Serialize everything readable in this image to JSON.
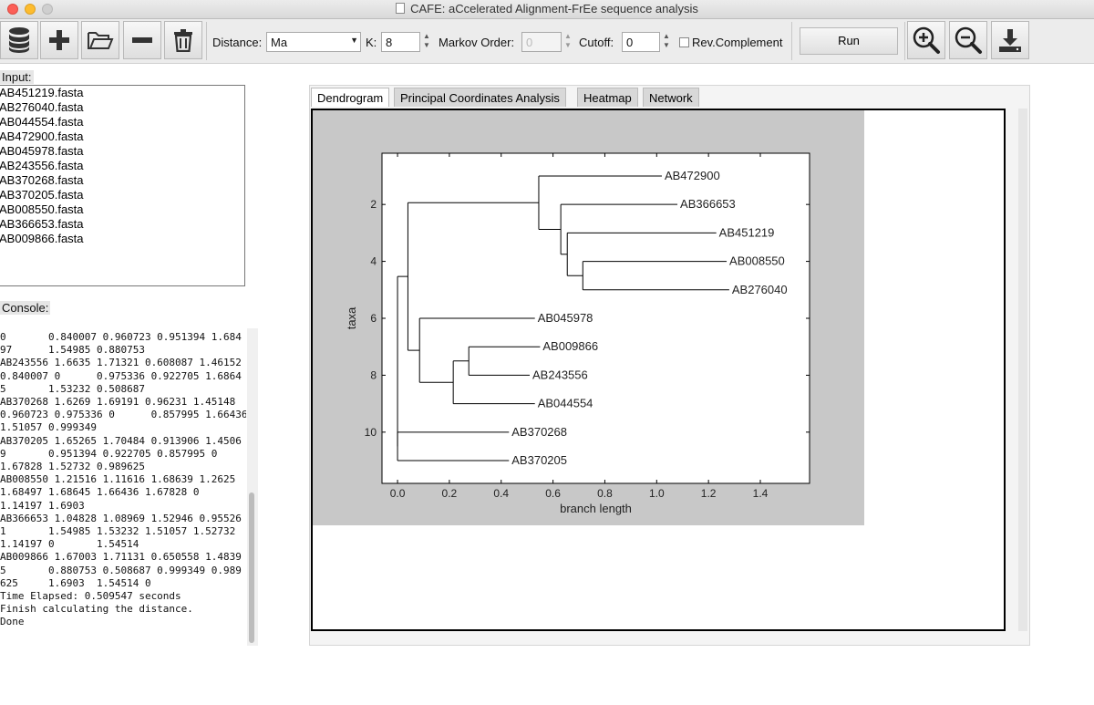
{
  "window": {
    "title": "CAFE: aCcelerated Alignment-FrEe sequence analysis"
  },
  "toolbar": {
    "distance_label": "Distance:",
    "distance_value": "Ma",
    "k_label": "K:",
    "k_value": "8",
    "markov_label": "Markov Order:",
    "markov_value": "0",
    "cutoff_label": "Cutoff:",
    "cutoff_value": "0",
    "revcomp_label": "Rev.Complement",
    "run_label": "Run"
  },
  "input": {
    "label": "Input:",
    "files": [
      "AB451219.fasta",
      "AB276040.fasta",
      "AB044554.fasta",
      "AB472900.fasta",
      "AB045978.fasta",
      "AB243556.fasta",
      "AB370268.fasta",
      "AB370205.fasta",
      "AB008550.fasta",
      "AB366653.fasta",
      "AB009866.fasta"
    ]
  },
  "console": {
    "label": "Console:",
    "lines": [
      "0       0.840007 0.960723 0.951394 1.684",
      "97      1.54985 0.880753",
      "AB243556 1.6635 1.71321 0.608087 1.46152",
      "0.840007 0      0.975336 0.922705 1.6864",
      "5       1.53232 0.508687",
      "AB370268 1.6269 1.69191 0.96231 1.45148",
      "0.960723 0.975336 0      0.857995 1.66436",
      "1.51057 0.999349",
      "AB370205 1.65265 1.70484 0.913906 1.4506",
      "9       0.951394 0.922705 0.857995 0",
      "1.67828 1.52732 0.989625",
      "AB008550 1.21516 1.11616 1.68639 1.2625",
      "1.68497 1.68645 1.66436 1.67828 0",
      "1.14197 1.6903",
      "AB366653 1.04828 1.08969 1.52946 0.95526",
      "1       1.54985 1.53232 1.51057 1.52732",
      "1.14197 0       1.54514",
      "AB009866 1.67003 1.71131 0.650558 1.4839",
      "5       0.880753 0.508687 0.999349 0.989",
      "625     1.6903  1.54514 0",
      "Time Elapsed: 0.509547 seconds",
      "Finish calculating the distance.",
      "Done"
    ]
  },
  "tabs": [
    "Dendrogram",
    "Principal Coordinates Analysis",
    "Heatmap",
    "Network"
  ],
  "chart_data": {
    "type": "dendrogram",
    "xlabel": "branch length",
    "ylabel": "taxa",
    "xlim": [
      -0.06,
      1.59
    ],
    "ylim": [
      11.8,
      0.2
    ],
    "xticks": [
      "0.0",
      "0.2",
      "0.4",
      "0.6",
      "0.8",
      "1.0",
      "1.2",
      "1.4"
    ],
    "yticks": [
      "2",
      "4",
      "6",
      "8",
      "10"
    ],
    "leaves": [
      {
        "name": "AB472900",
        "y": 1,
        "x": 1.02
      },
      {
        "name": "AB366653",
        "y": 2,
        "x": 1.08
      },
      {
        "name": "AB451219",
        "y": 3,
        "x": 1.23
      },
      {
        "name": "AB008550",
        "y": 4,
        "x": 1.27
      },
      {
        "name": "AB276040",
        "y": 5,
        "x": 1.28
      },
      {
        "name": "AB045978",
        "y": 6,
        "x": 0.53
      },
      {
        "name": "AB009866",
        "y": 7,
        "x": 0.55
      },
      {
        "name": "AB243556",
        "y": 8,
        "x": 0.51
      },
      {
        "name": "AB044554",
        "y": 9,
        "x": 0.53
      },
      {
        "name": "AB370268",
        "y": 10,
        "x": 0.43
      },
      {
        "name": "AB370205",
        "y": 11,
        "x": 0.43
      }
    ],
    "merges": [
      {
        "x": 0.715,
        "y1": 4,
        "y2": 5
      },
      {
        "x": 0.655,
        "y1": 3,
        "y2": 4.5
      },
      {
        "x": 0.63,
        "y1": 2,
        "y2": 3.75
      },
      {
        "x": 0.545,
        "y1": 1,
        "y2": 2.875
      },
      {
        "x": 0.275,
        "y1": 7,
        "y2": 8
      },
      {
        "x": 0.215,
        "y1": 7.5,
        "y2": 9
      },
      {
        "x": 0.085,
        "y1": 6,
        "y2": 8.25
      },
      {
        "x": 0.04,
        "y1": 1.9375,
        "y2": 7.125
      },
      {
        "x": 0.0,
        "y1": 10,
        "y2": 11
      },
      {
        "x": 0.0,
        "y1": 4.53,
        "y2": 10.5
      }
    ]
  }
}
